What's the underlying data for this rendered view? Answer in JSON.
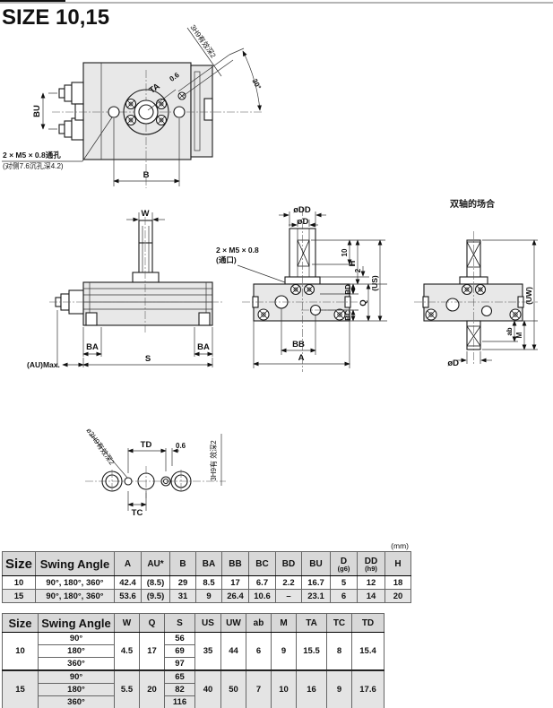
{
  "page": {
    "title": "SIZE 10,15"
  },
  "labels": {
    "front": {
      "pin_note": "3H9有效深2",
      "angle30": "30°",
      "ta": "TA",
      "tol06": "0.6",
      "bu": "BU",
      "b": "B",
      "thru1": "2 × M5 × 0.8通孔",
      "thru2": "(对侧7.6沉孔深4.2)"
    },
    "side": {
      "w": "W",
      "ba": "BA",
      "s": "S",
      "au": "(AU)Max.",
      "port1": "2 × M5 × 0.8",
      "port2": "(通口)"
    },
    "top": {
      "dd": "øDD",
      "d": "øD",
      "n10": "10",
      "h": "H",
      "n2": "2",
      "us": "(US)",
      "bd": "BD",
      "q": "Q",
      "bc": "BC",
      "bb": "BB",
      "a": "A"
    },
    "dual": {
      "title": "双轴的场合",
      "uw": "(UW)",
      "m": "M",
      "ab": "ab",
      "d": "øD"
    },
    "detail": {
      "pin_diag": "ø3H9有效深2",
      "td": "TD",
      "tol06": "0.6",
      "pin_vert": "3H9有 效深2",
      "tc": "TC"
    }
  },
  "table1": {
    "unit": "(mm)",
    "col_size": "Size",
    "col_swing": "Swing Angle",
    "cols": [
      "A",
      "AU*",
      "B",
      "BA",
      "BB",
      "BC",
      "BD",
      "BU"
    ],
    "col_d": "D",
    "col_d_sub": "(g6)",
    "col_dd": "DD",
    "col_dd_sub": "(h9)",
    "col_h": "H",
    "rows": [
      {
        "size": "10",
        "swing": "90°, 180°, 360°",
        "a": "42.4",
        "au": "(8.5)",
        "b": "29",
        "ba": "8.5",
        "bb": "17",
        "bc": "6.7",
        "bd": "2.2",
        "bu": "16.7",
        "d": "5",
        "dd": "12",
        "h": "18"
      },
      {
        "size": "15",
        "swing": "90°, 180°, 360°",
        "a": "53.6",
        "au": "(9.5)",
        "b": "31",
        "ba": "9",
        "bb": "26.4",
        "bc": "10.6",
        "bd": "–",
        "bu": "23.1",
        "d": "6",
        "dd": "14",
        "h": "20"
      }
    ]
  },
  "table2": {
    "col_size": "Size",
    "col_swing": "Swing Angle",
    "cols": [
      "W",
      "Q",
      "S",
      "US",
      "UW",
      "ab",
      "M",
      "TA",
      "TC",
      "TD"
    ],
    "groups": [
      {
        "size": "10",
        "w": "4.5",
        "q": "17",
        "us": "35",
        "uw": "44",
        "ab": "6",
        "m": "9",
        "ta": "15.5",
        "tc": "8",
        "td": "15.4",
        "rows": [
          {
            "swing": "90°",
            "s": "56"
          },
          {
            "swing": "180°",
            "s": "69"
          },
          {
            "swing": "360°",
            "s": "97"
          }
        ]
      },
      {
        "size": "15",
        "w": "5.5",
        "q": "20",
        "us": "40",
        "uw": "50",
        "ab": "7",
        "m": "10",
        "ta": "16",
        "tc": "9",
        "td": "17.6",
        "rows": [
          {
            "swing": "90°",
            "s": "65"
          },
          {
            "swing": "180°",
            "s": "82"
          },
          {
            "swing": "360°",
            "s": "116"
          }
        ]
      }
    ]
  }
}
